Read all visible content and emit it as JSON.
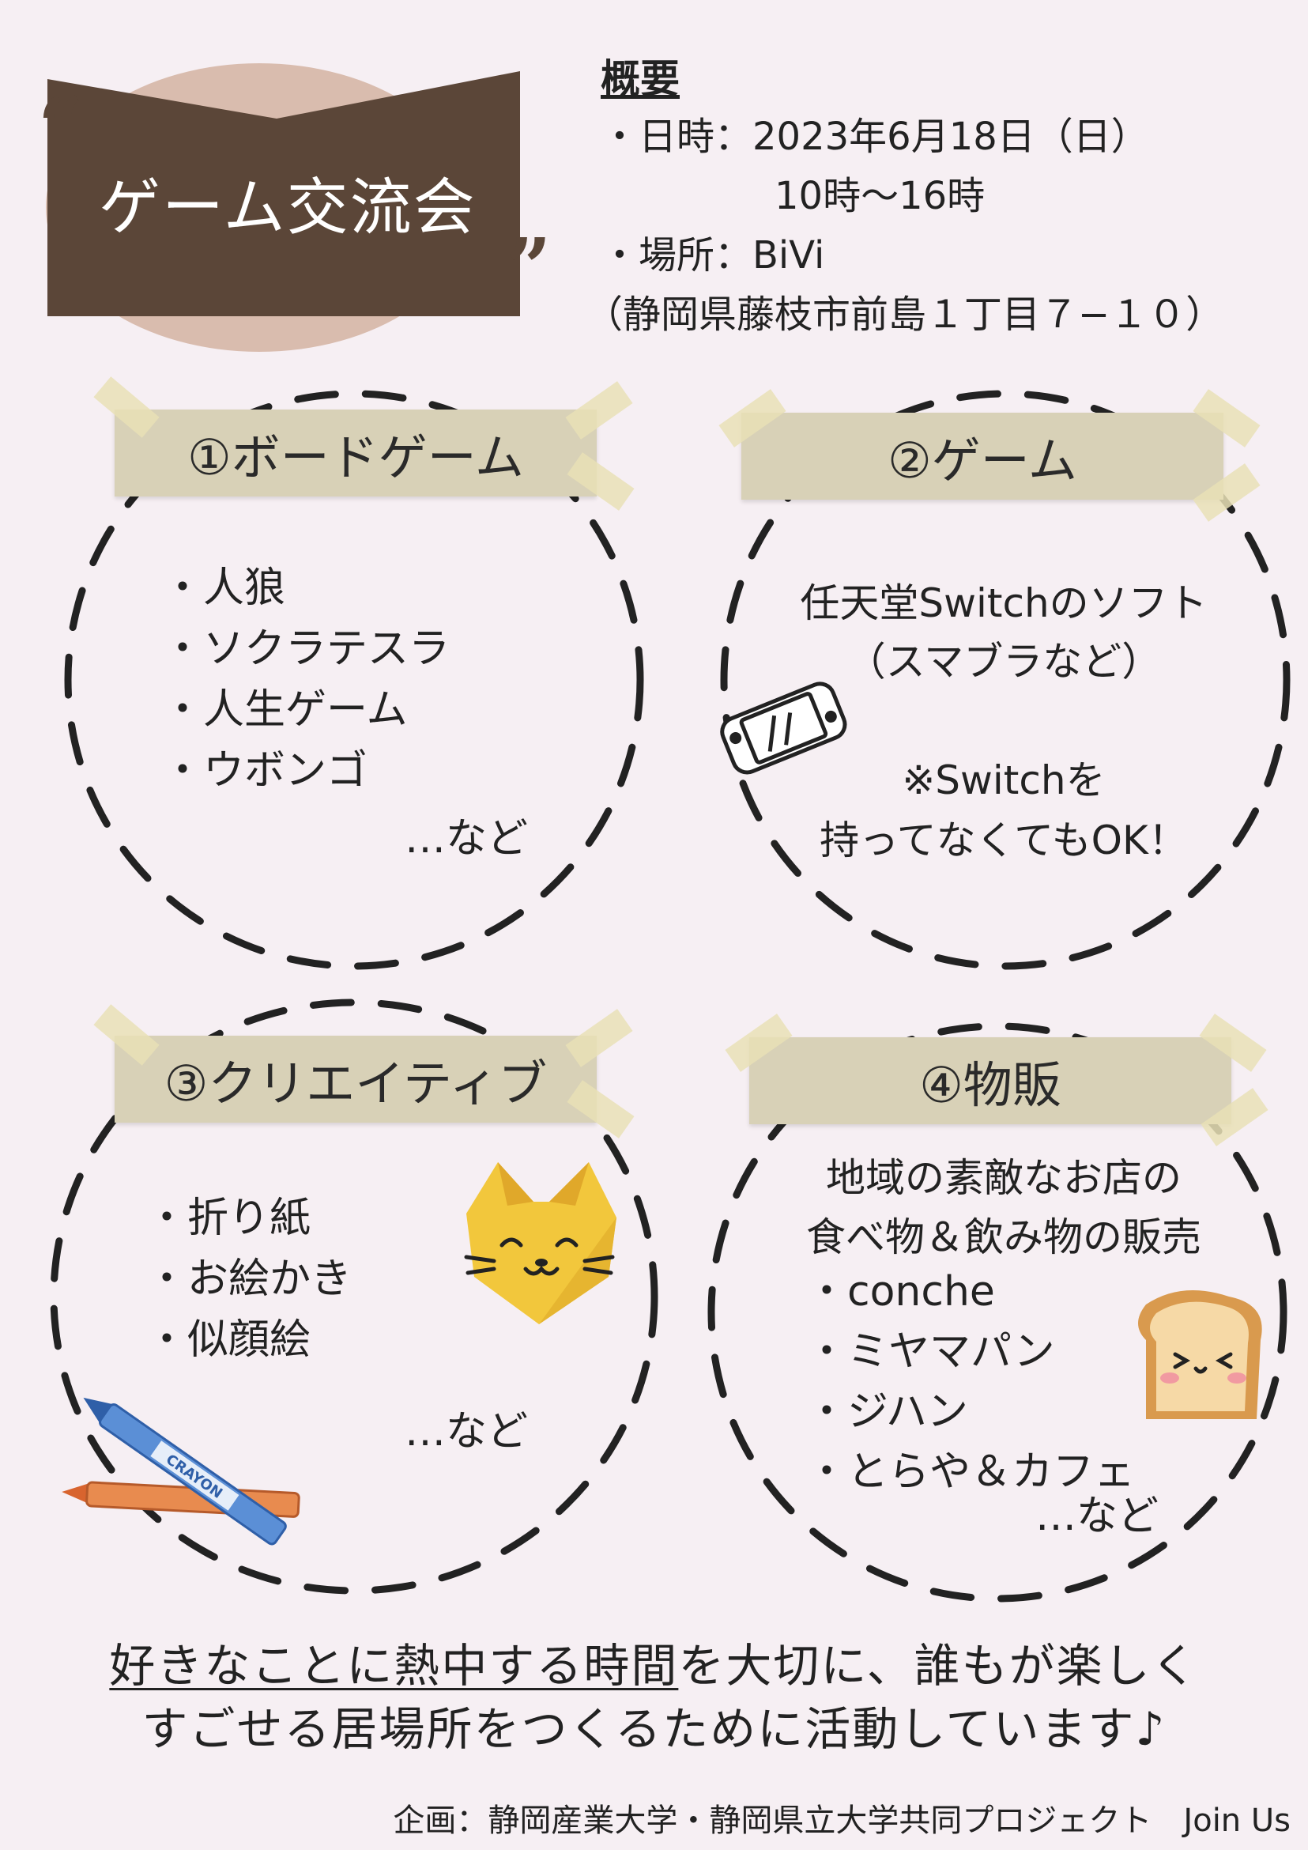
{
  "title": {
    "text": "ゲーム交流会",
    "open_quote": "“",
    "close_quote": "”"
  },
  "overview": {
    "heading": "概要",
    "date_line": "・日時：2023年6月18日（日）",
    "time_line": "10時〜16時",
    "place_line": "・場所：BiVi",
    "address_line": "（静岡県藤枝市前島１丁目７−１０）"
  },
  "sections": {
    "board_game": {
      "label": "①ボードゲーム",
      "items": [
        "・人狼",
        "・ソクラテスラ",
        "・人生ゲーム",
        "・ウボンゴ"
      ],
      "etc": "…など"
    },
    "game": {
      "label": "②ゲーム",
      "line1": "任天堂Switchのソフト",
      "line2": "（スマブラなど）",
      "note1": "※Switchを",
      "note2": "持ってなくてもOK！"
    },
    "creative": {
      "label": "③クリエイティブ",
      "items": [
        "・折り紙",
        "・お絵かき",
        "・似顔絵"
      ],
      "etc": "…など",
      "crayon_text": "CRAYON"
    },
    "goods": {
      "label": "④物販",
      "line1": "地域の素敵なお店の",
      "line2": "食べ物＆飲み物の販売",
      "items": [
        "・conche",
        "・ミヤマパン",
        "・ジハン",
        "・とらや＆カフェ"
      ],
      "etc": "…など"
    }
  },
  "message": {
    "line1_underlined": "好きなことに熱中する時間",
    "line1_rest": "を大切に、誰もが楽しく",
    "line2": "すごせる居場所をつくるために活動しています♪"
  },
  "footer": "企画：静岡産業大学・静岡県立大学共同プロジェクト　Join Us",
  "colors": {
    "background": "#f6eff3",
    "banner": "#5b4638",
    "ellipse": "#d9bcae",
    "tape": "#d8d1b7",
    "dash": "#222222"
  }
}
